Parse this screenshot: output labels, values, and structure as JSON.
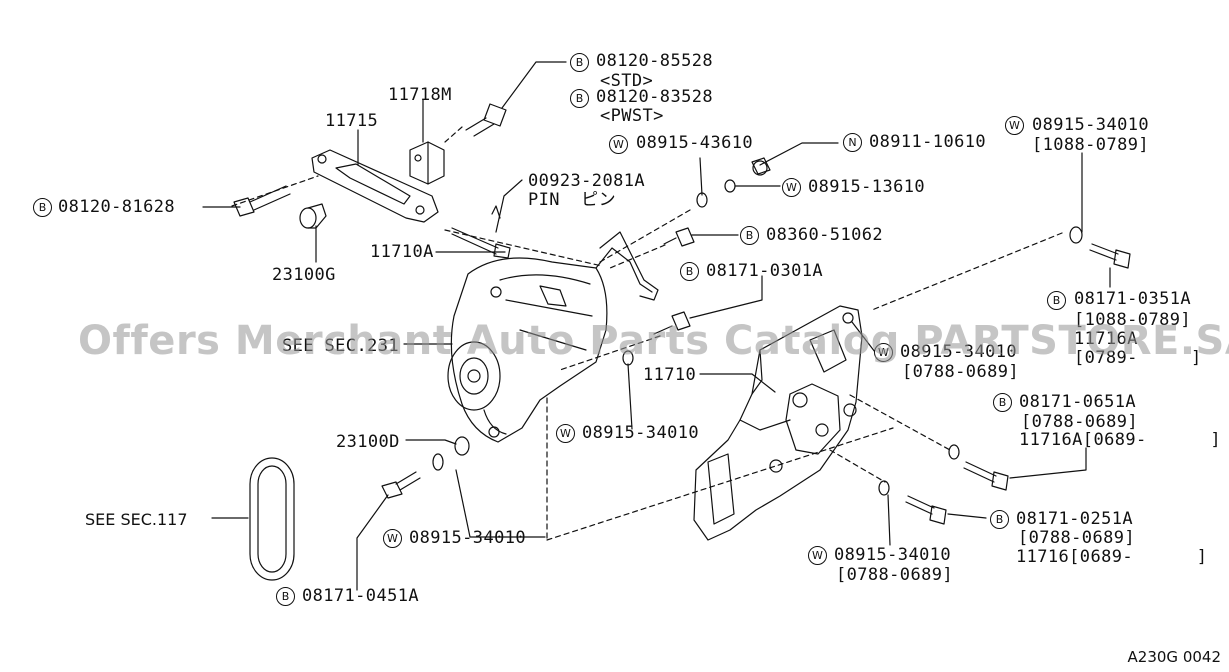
{
  "watermark": "Offers Merchant Auto Parts Catalog PARTSTORE.SA",
  "diagram_ref": "A230G 0042",
  "badges": {
    "B": "B",
    "W": "W",
    "N": "N"
  },
  "labels": {
    "p08120_85528": "08120-85528",
    "p08120_85528_note": "<STD>",
    "p08120_83528": "08120-83528",
    "p08120_83528_note": "<PWST>",
    "p11718M": "11718M",
    "p11715": "11715",
    "p08120_81628": "08120-81628",
    "p11710A": "11710A",
    "p23100G": "23100G",
    "p00923": "00923-2081A",
    "pin": "PIN  ピン",
    "p08915_43610": "08915-43610",
    "p08911_10610": "08911-10610",
    "p08915_13610": "08915-13610",
    "p08915_34010_top": "08915-34010",
    "p08915_34010_top_range": "[1088-0789]",
    "p08360_51062": "08360-51062",
    "p08171_0301A": "08171-0301A",
    "p08171_0351A": "08171-0351A",
    "p08171_0351A_range": "[1088-0789]",
    "p11716A_right": "11716A",
    "p11716A_right_range": "[0789-     ]",
    "see_sec_231": "SEE SEC.231",
    "p11710": "11710",
    "p08915_34010_mid": "08915-34010",
    "p08915_34010_mid_range": "[0788-0689]",
    "p08171_0651A": "08171-0651A",
    "p08171_0651A_range": "[0788-0689]",
    "p11716A_mid": "11716A[0689-      ]",
    "p08915_34010_alt": "08915-34010",
    "p23100D": "23100D",
    "see_sec_117": "SEE SEC.117",
    "p08915_34010_low": "08915-34010",
    "p08171_0251A": "08171-0251A",
    "p08171_0251A_range": "[0788-0689]",
    "p11716_low": "11716[0689-      ]",
    "p08915_34010_bot": "08915-34010",
    "p08915_34010_bot_range": "[0788-0689]",
    "p08171_0451A": "08171-0451A"
  }
}
